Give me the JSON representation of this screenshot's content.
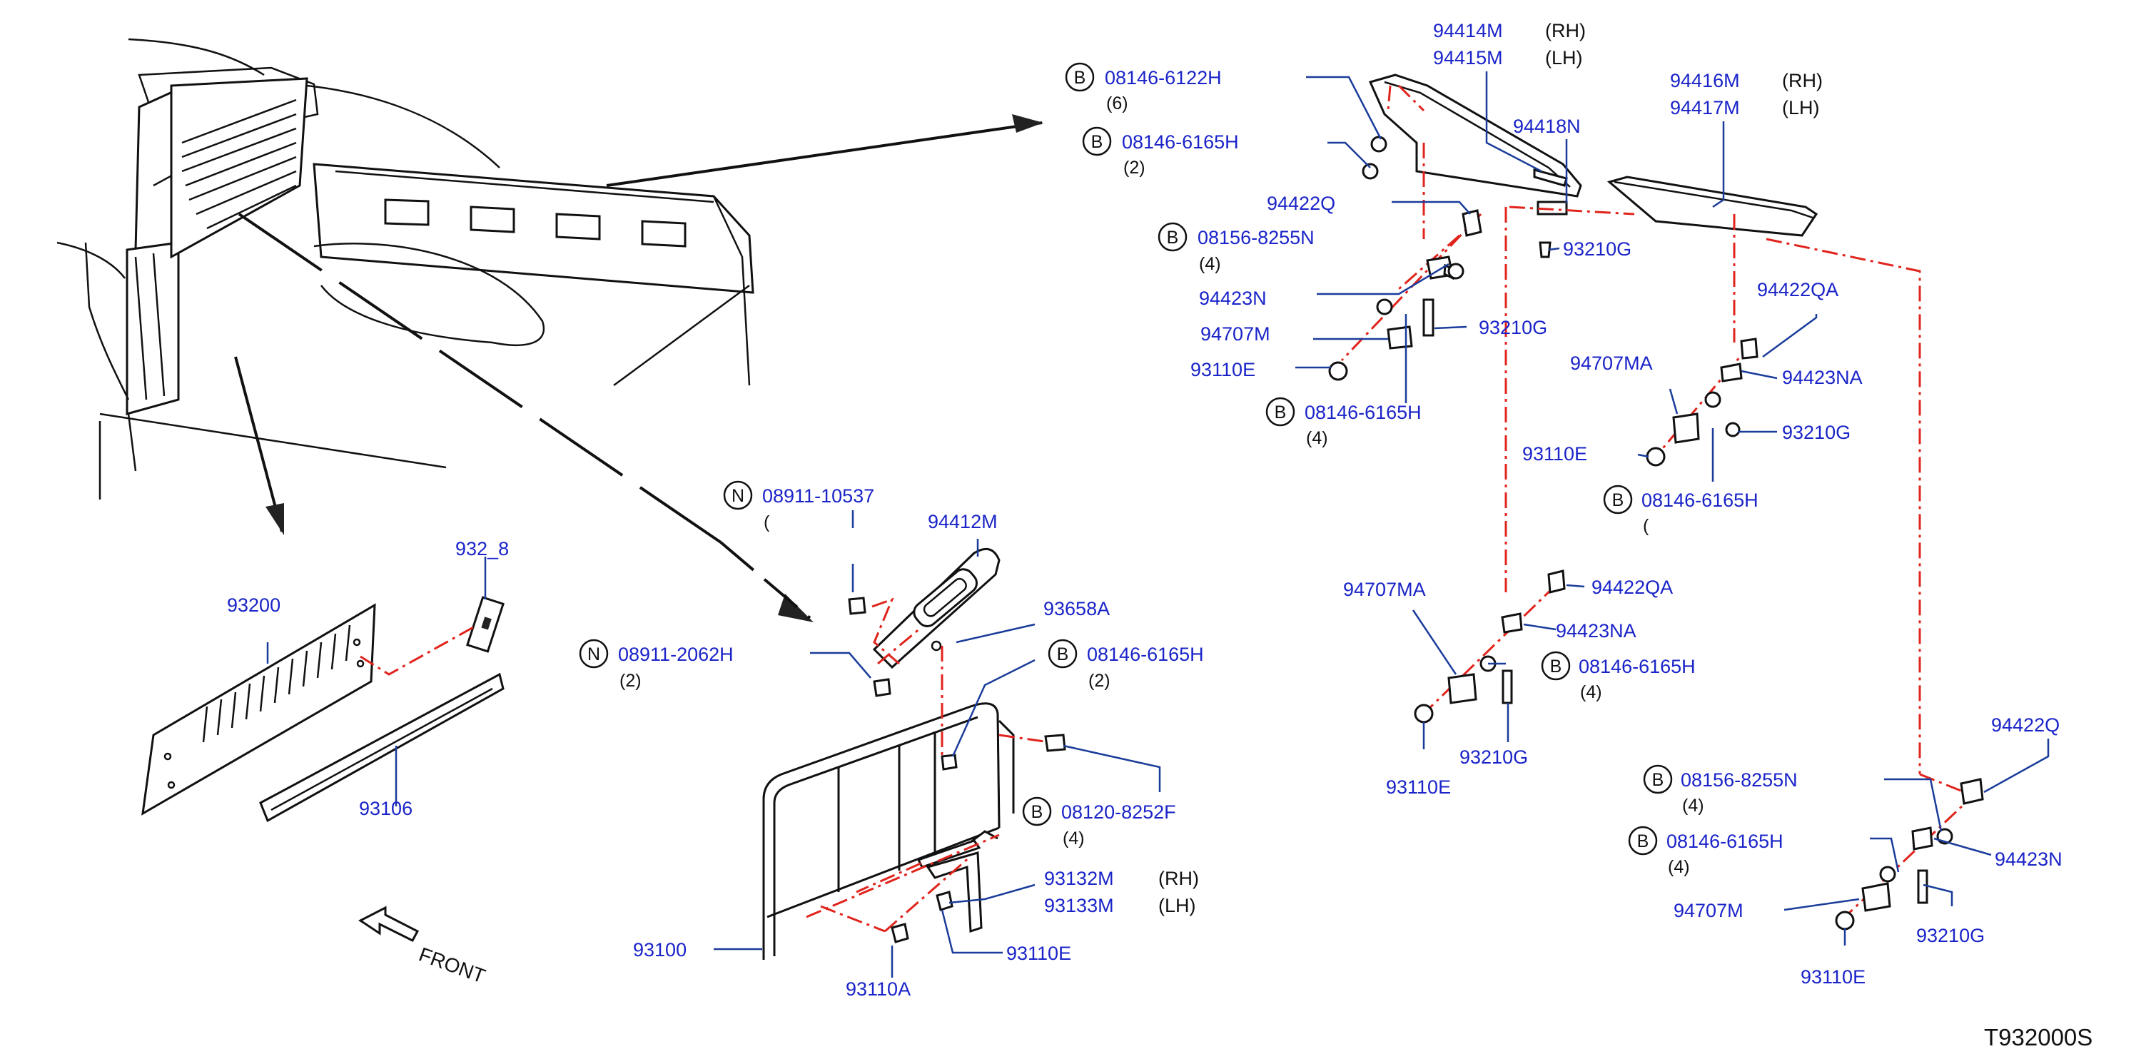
{
  "diagram_id": "T932000S",
  "front_label": "FRONT",
  "side_labels": {
    "rh": "(RH)",
    "lh": "(LH)"
  },
  "symbols": {
    "b": "B",
    "n": "N"
  },
  "callouts": {
    "p08146_6122h": {
      "part": "08146-6122H",
      "qty": "(6)"
    },
    "p08146_6165h_a": {
      "part": "08146-6165H",
      "qty": "(2)"
    },
    "p94414m": "94414M",
    "p94415m": "94415M",
    "p94416m": "94416M",
    "p94417m": "94417M",
    "p94418n": "94418N",
    "p94422q_a": "94422Q",
    "p08156_8255n_a": {
      "part": "08156-8255N",
      "qty": "(4)"
    },
    "p93210g_a": "93210G",
    "p94423n_a": "94423N",
    "p94707m_a": "94707M",
    "p93210g_b": "93210G",
    "p93110e_a": "93110E",
    "p08146_6165h_b": {
      "part": "08146-6165H",
      "qty": "(4)"
    },
    "p94422qa_a": "94422QA",
    "p94707ma_a": "94707MA",
    "p94423na_a": "94423NA",
    "p93210g_c": "93210G",
    "p93110e_b": "93110E",
    "p08146_6165h_c": {
      "part": "08146-6165H",
      "qty": "("
    },
    "p94707ma_b": "94707MA",
    "p94422qa_b": "94422QA",
    "p94423na_b": "94423NA",
    "p08146_6165h_d": {
      "part": "08146-6165H",
      "qty": "(4)"
    },
    "p93210g_d": "93210G",
    "p93110e_c": "93110E",
    "p94422q_b": "94422Q",
    "p08156_8255n_b": {
      "part": "08156-8255N",
      "qty": "(4)"
    },
    "p08146_6165h_e": {
      "part": "08146-6165H",
      "qty": "(4)"
    },
    "p94423n_b": "94423N",
    "p94707m_b": "94707M",
    "p93210g_e": "93210G",
    "p93110e_d": "93110E",
    "p08911_10537": {
      "part": "08911-10537",
      "qty": "("
    },
    "p94412m": "94412M",
    "p93658a": "93658A",
    "p08911_2062h": {
      "part": "08911-2062H",
      "qty": "(2)"
    },
    "p08146_6165h_f": {
      "part": "08146-6165H",
      "qty": "(2)"
    },
    "p08120_8252f": {
      "part": "08120-8252F",
      "qty": "(4)"
    },
    "p93132m": "93132M",
    "p93133m": "93133M",
    "p93110e_e": "93110E",
    "p93100": "93100",
    "p93110a": "93110A",
    "p93200": "93200",
    "p93106": "93106",
    "p93298": "932_8"
  }
}
